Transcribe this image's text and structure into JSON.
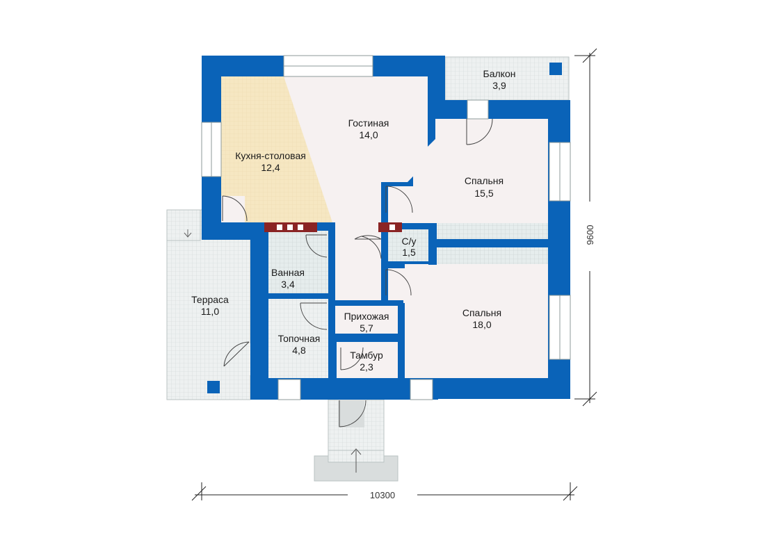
{
  "colors": {
    "wall": "#0a63b8",
    "kitchen_floor": "#f6e7c2",
    "room_floor": "#f6f1f1",
    "tiled_floor": "#e3ecec",
    "outdoor": "#e9ecec",
    "window": "#ffffff",
    "stove": "#8a2424",
    "dimension_line": "#222222"
  },
  "rooms": [
    {
      "id": "kitchen",
      "name": "Кухня-столовая",
      "area": "12,4"
    },
    {
      "id": "living",
      "name": "Гостиная",
      "area": "14,0"
    },
    {
      "id": "balcony",
      "name": "Балкон",
      "area": "3,9"
    },
    {
      "id": "bedroom1",
      "name": "Спальня",
      "area": "15,5"
    },
    {
      "id": "wc",
      "name": "С/у",
      "area": "1,5"
    },
    {
      "id": "bath",
      "name": "Ванная",
      "area": "3,4"
    },
    {
      "id": "terrace",
      "name": "Терраса",
      "area": "11,0"
    },
    {
      "id": "hall",
      "name": "Прихожая",
      "area": "5,7"
    },
    {
      "id": "boiler",
      "name": "Топочная",
      "area": "4,8"
    },
    {
      "id": "vestibule",
      "name": "Тамбур",
      "area": "2,3"
    },
    {
      "id": "bedroom2",
      "name": "Спальня",
      "area": "18,0"
    }
  ],
  "dimensions": {
    "width": "10300",
    "height": "9600"
  }
}
